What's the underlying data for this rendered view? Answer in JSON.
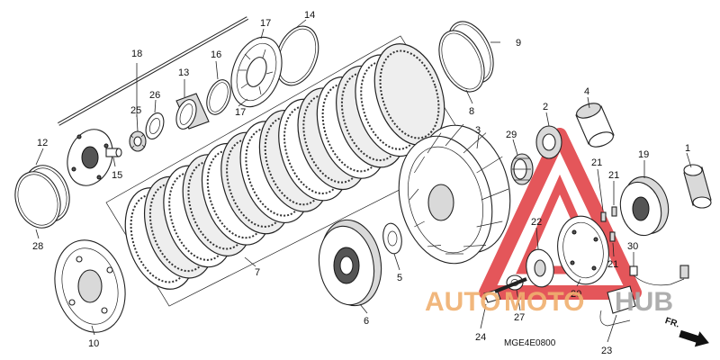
{
  "diagram_code": "MGE4E0800",
  "watermark": {
    "part1": "AUTO",
    "part2": "MOTO",
    "part3": "HUB",
    "color_red": "#e0393e",
    "color_orange": "#f0b070"
  },
  "direction_label": "FR.",
  "callouts": [
    {
      "id": "c1",
      "text": "1"
    },
    {
      "id": "c2",
      "text": "2"
    },
    {
      "id": "c3",
      "text": "3"
    },
    {
      "id": "c4",
      "text": "4"
    },
    {
      "id": "c5",
      "text": "5"
    },
    {
      "id": "c6",
      "text": "6"
    },
    {
      "id": "c7",
      "text": "7"
    },
    {
      "id": "c8",
      "text": "8"
    },
    {
      "id": "c9",
      "text": "9"
    },
    {
      "id": "c10",
      "text": "10"
    },
    {
      "id": "c12",
      "text": "12"
    },
    {
      "id": "c13",
      "text": "13"
    },
    {
      "id": "c14",
      "text": "14"
    },
    {
      "id": "c15",
      "text": "15"
    },
    {
      "id": "c16",
      "text": "16"
    },
    {
      "id": "c17a",
      "text": "17"
    },
    {
      "id": "c17b",
      "text": "17"
    },
    {
      "id": "c18",
      "text": "18"
    },
    {
      "id": "c19",
      "text": "19"
    },
    {
      "id": "c20",
      "text": "20"
    },
    {
      "id": "c21a",
      "text": "21"
    },
    {
      "id": "c21b",
      "text": "21"
    },
    {
      "id": "c21c",
      "text": "21"
    },
    {
      "id": "c22",
      "text": "22"
    },
    {
      "id": "c23",
      "text": "23"
    },
    {
      "id": "c24",
      "text": "24"
    },
    {
      "id": "c25",
      "text": "25"
    },
    {
      "id": "c26",
      "text": "26"
    },
    {
      "id": "c27",
      "text": "27"
    },
    {
      "id": "c28",
      "text": "28"
    },
    {
      "id": "c29",
      "text": "29"
    },
    {
      "id": "c30",
      "text": "30"
    }
  ]
}
